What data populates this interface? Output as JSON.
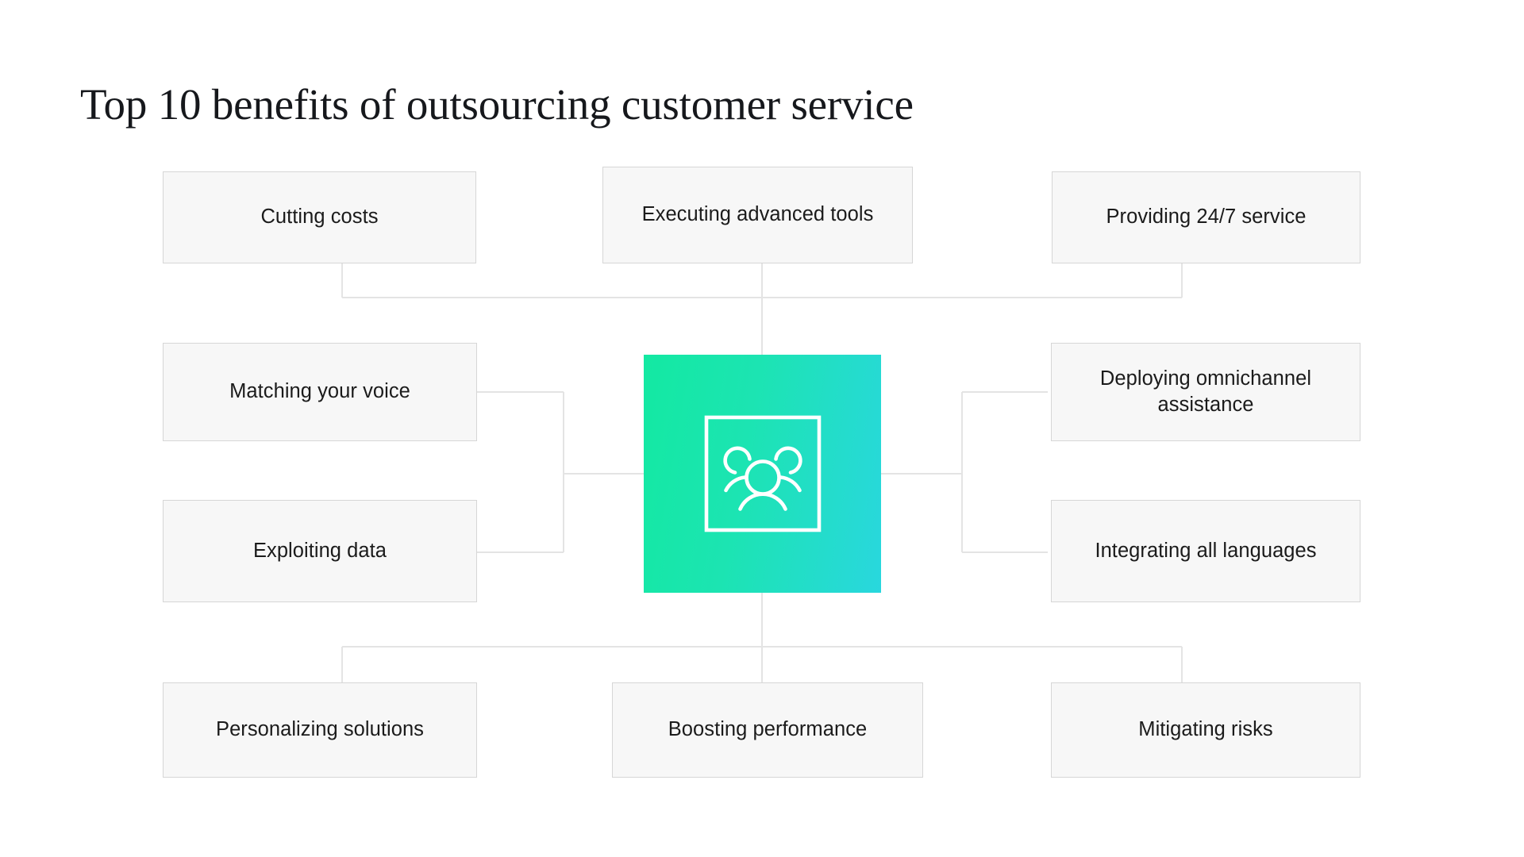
{
  "page": {
    "title": "Top 10 benefits of outsourcing customer service",
    "background_color": "#ffffff"
  },
  "diagram": {
    "type": "hub-and-spoke",
    "hub": {
      "icon_name": "group-of-people-icon",
      "gradient_from": "#13e9a2",
      "gradient_to": "#29d7de",
      "icon_stroke_color": "#ffffff"
    },
    "box_style": {
      "fill": "#f7f7f7",
      "border_color": "#d6d6d6",
      "text_color": "#1b1b1b"
    },
    "connector_color": "#e4e4e4",
    "nodes": [
      {
        "id": "cutting-costs",
        "label": "Cutting costs",
        "position": "top-left"
      },
      {
        "id": "executing-advanced-tools",
        "label": "Executing advanced tools",
        "position": "top-center"
      },
      {
        "id": "providing-24-7-service",
        "label": "Providing 24/7 service",
        "position": "top-right"
      },
      {
        "id": "matching-your-voice",
        "label": "Matching your voice",
        "position": "middle-left-upper"
      },
      {
        "id": "exploiting-data",
        "label": "Exploiting data",
        "position": "middle-left-lower"
      },
      {
        "id": "deploying-omnichannel-assistance",
        "label": "Deploying omnichannel assistance",
        "position": "middle-right-upper"
      },
      {
        "id": "integrating-all-languages",
        "label": "Integrating all languages",
        "position": "middle-right-lower"
      },
      {
        "id": "personalizing-solutions",
        "label": "Personalizing solutions",
        "position": "bottom-left"
      },
      {
        "id": "boosting-performance",
        "label": "Boosting performance",
        "position": "bottom-center"
      },
      {
        "id": "mitigating-risks",
        "label": "Mitigating risks",
        "position": "bottom-right"
      }
    ]
  }
}
